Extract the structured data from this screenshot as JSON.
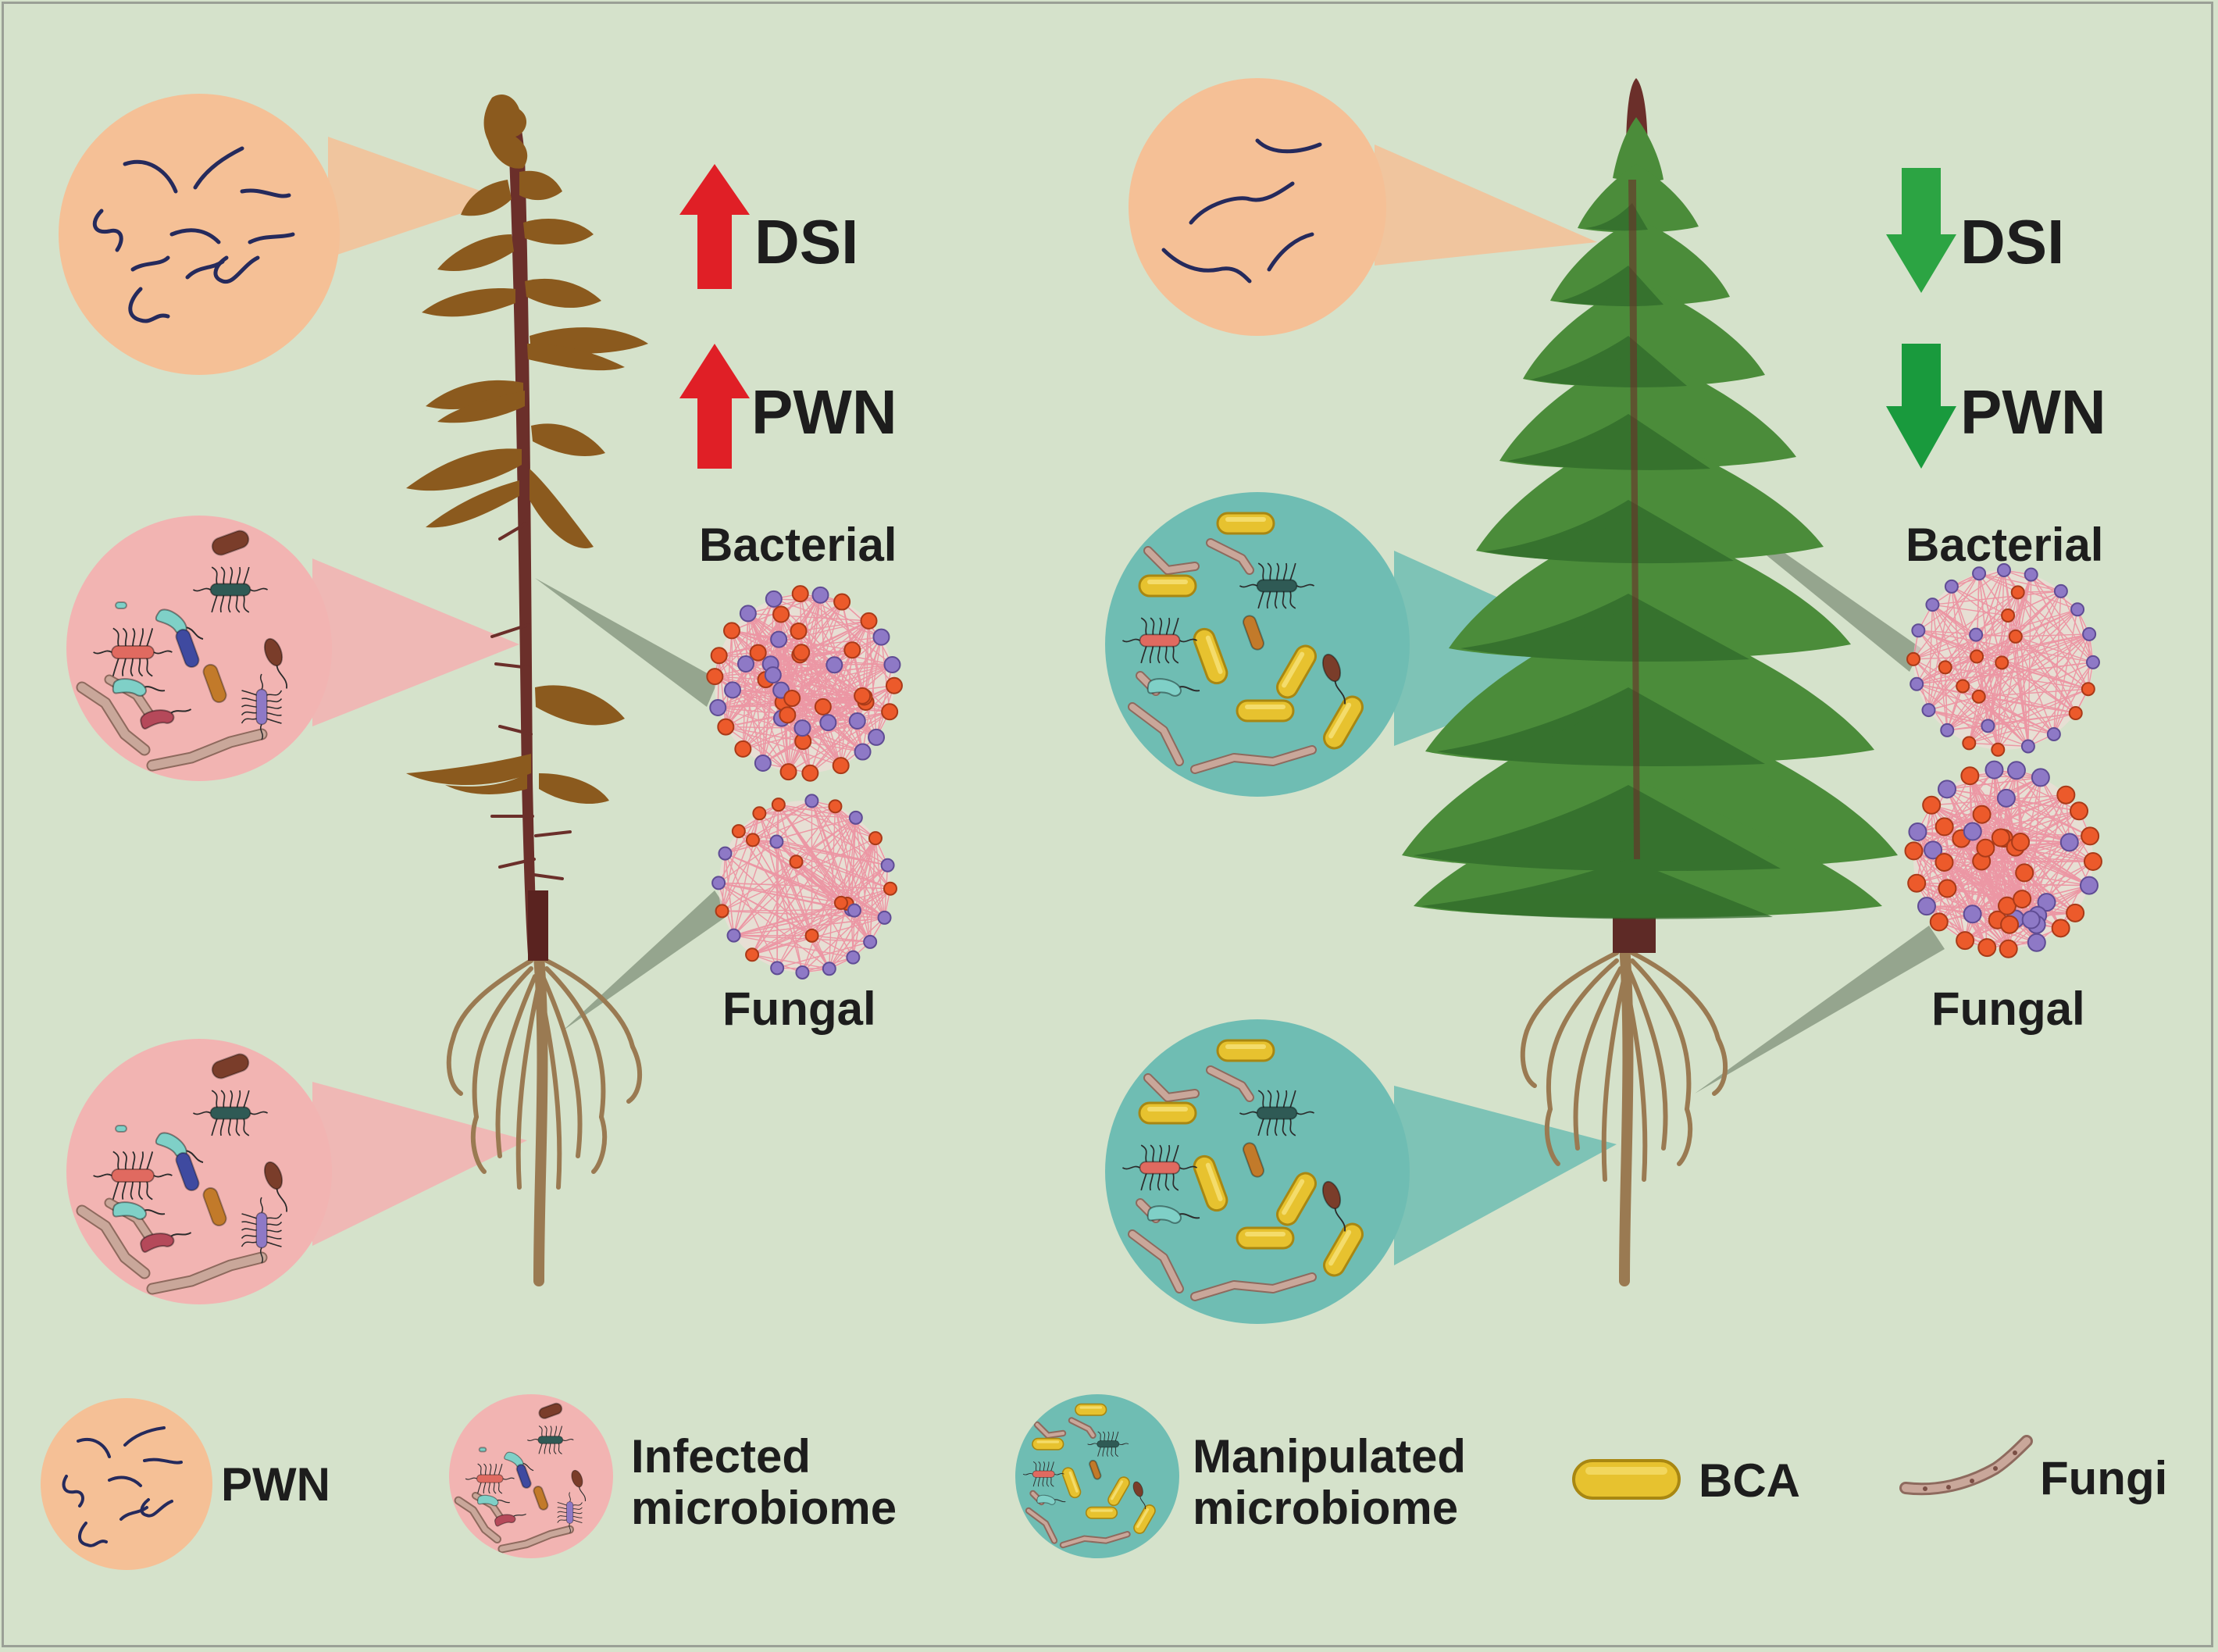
{
  "labels": {
    "dsi": "DSI",
    "pwn": "PWN",
    "bacterial": "Bacterial",
    "fungal": "Fungal"
  },
  "legend": {
    "pwn": "PWN",
    "infected_line1": "Infected",
    "infected_line2": "microbiome",
    "manipulated_line1": "Manipulated",
    "manipulated_line2": "microbiome",
    "bca": "BCA",
    "fungi": "Fungi"
  },
  "colors": {
    "background": "#d5e2cb",
    "pwn_circle": "#f5c096",
    "infected_circle": "#f2b4b2",
    "manipulated_circle": "#6fbdb3",
    "up_arrow": "#e01f26",
    "down_arrow": "#2ca443",
    "dead_foliage": "#8b5a1e",
    "healthy_foliage": "#4b8c3a",
    "trunk": "#6b2f2a",
    "root": "#9a7a52",
    "network_edge": "#ee7f95",
    "node_red": "#ec5a2b",
    "node_purple": "#8e79c6",
    "bca_capsule": "#e7c22f"
  }
}
